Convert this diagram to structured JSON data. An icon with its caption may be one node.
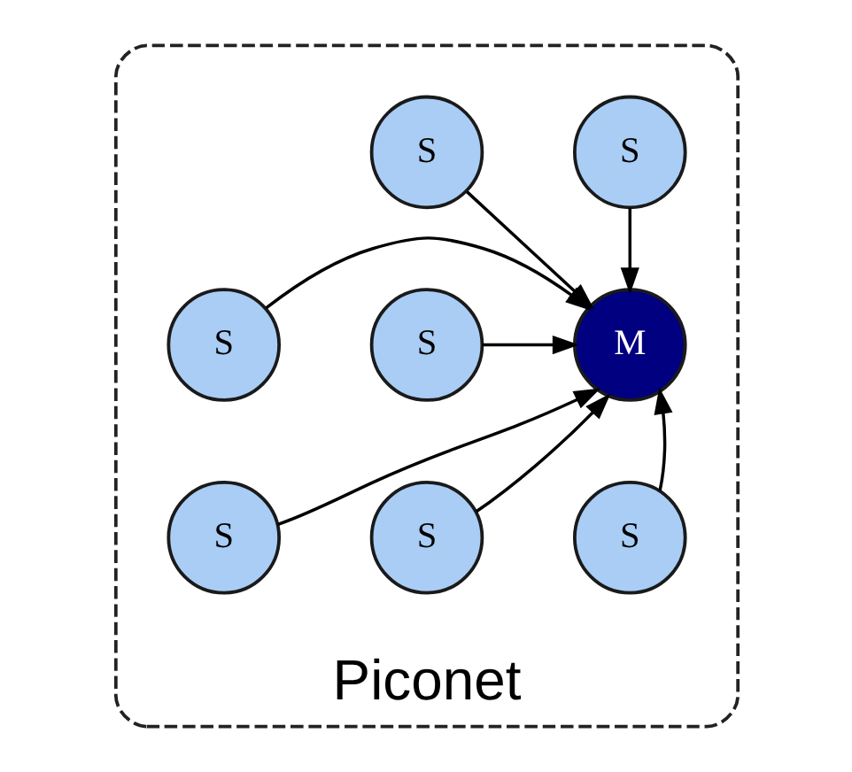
{
  "diagram": {
    "nodes": [
      {
        "text": [
          "Piconet"
        ]
      },
      {
        "text": [
          "S"
        ],
        "in": 0
      },
      {
        "text": [
          "S"
        ],
        "in": 0
      },
      {
        "text": [
          "S"
        ],
        "in": 0
      },
      {
        "text": [
          "S"
        ],
        "in": 0
      },
      {
        "text": [
          "M"
        ],
        "in": 0
      },
      {
        "text": [
          "S"
        ],
        "in": 0
      },
      {
        "text": [
          "S"
        ],
        "in": 0
      },
      {
        "text": [
          "S"
        ],
        "in": 0
      }
    ],
    "edges": [
      {
        "from": 1,
        "to": 5,
        "arrow": "to"
      },
      {
        "from": 2,
        "to": 5,
        "arrow": "to"
      },
      {
        "from": 3,
        "to": 5,
        "arrow": "to"
      },
      {
        "from": 4,
        "to": 5,
        "arrow": "to"
      },
      {
        "from": 6,
        "to": 5,
        "arrow": "to"
      },
      {
        "from": 7,
        "to": 5,
        "arrow": "to"
      },
      {
        "from": 8,
        "to": 5,
        "arrow": "to"
      }
    ]
  }
}
